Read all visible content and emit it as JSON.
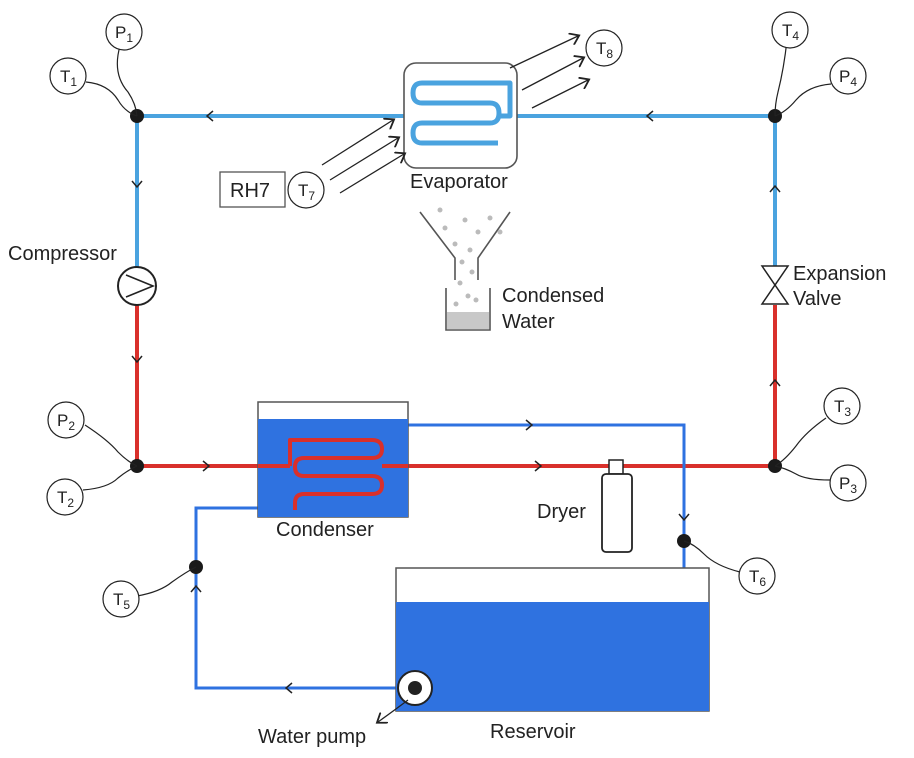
{
  "components": {
    "evaporator": "Evaporator",
    "compressor": "Compressor",
    "condenser": "Condenser",
    "expansion_valve": [
      "Expansion",
      "Valve"
    ],
    "condensed_water": [
      "Condensed",
      "Water"
    ],
    "dryer": "Dryer",
    "reservoir": "Reservoir",
    "water_pump": "Water pump",
    "rh_sensor": "RH7"
  },
  "sensors": [
    {
      "letter": "T",
      "sub": "1"
    },
    {
      "letter": "P",
      "sub": "1"
    },
    {
      "letter": "T",
      "sub": "4"
    },
    {
      "letter": "P",
      "sub": "4"
    },
    {
      "letter": "T",
      "sub": "8"
    },
    {
      "letter": "T",
      "sub": "7"
    },
    {
      "letter": "P",
      "sub": "2"
    },
    {
      "letter": "T",
      "sub": "2"
    },
    {
      "letter": "T",
      "sub": "3"
    },
    {
      "letter": "P",
      "sub": "3"
    },
    {
      "letter": "T",
      "sub": "6"
    },
    {
      "letter": "T",
      "sub": "5"
    }
  ],
  "colors": {
    "cold_line": "#4aa3df",
    "hot_line": "#d9302b",
    "water": "#2f72e0",
    "node": "#1a1a1a"
  }
}
